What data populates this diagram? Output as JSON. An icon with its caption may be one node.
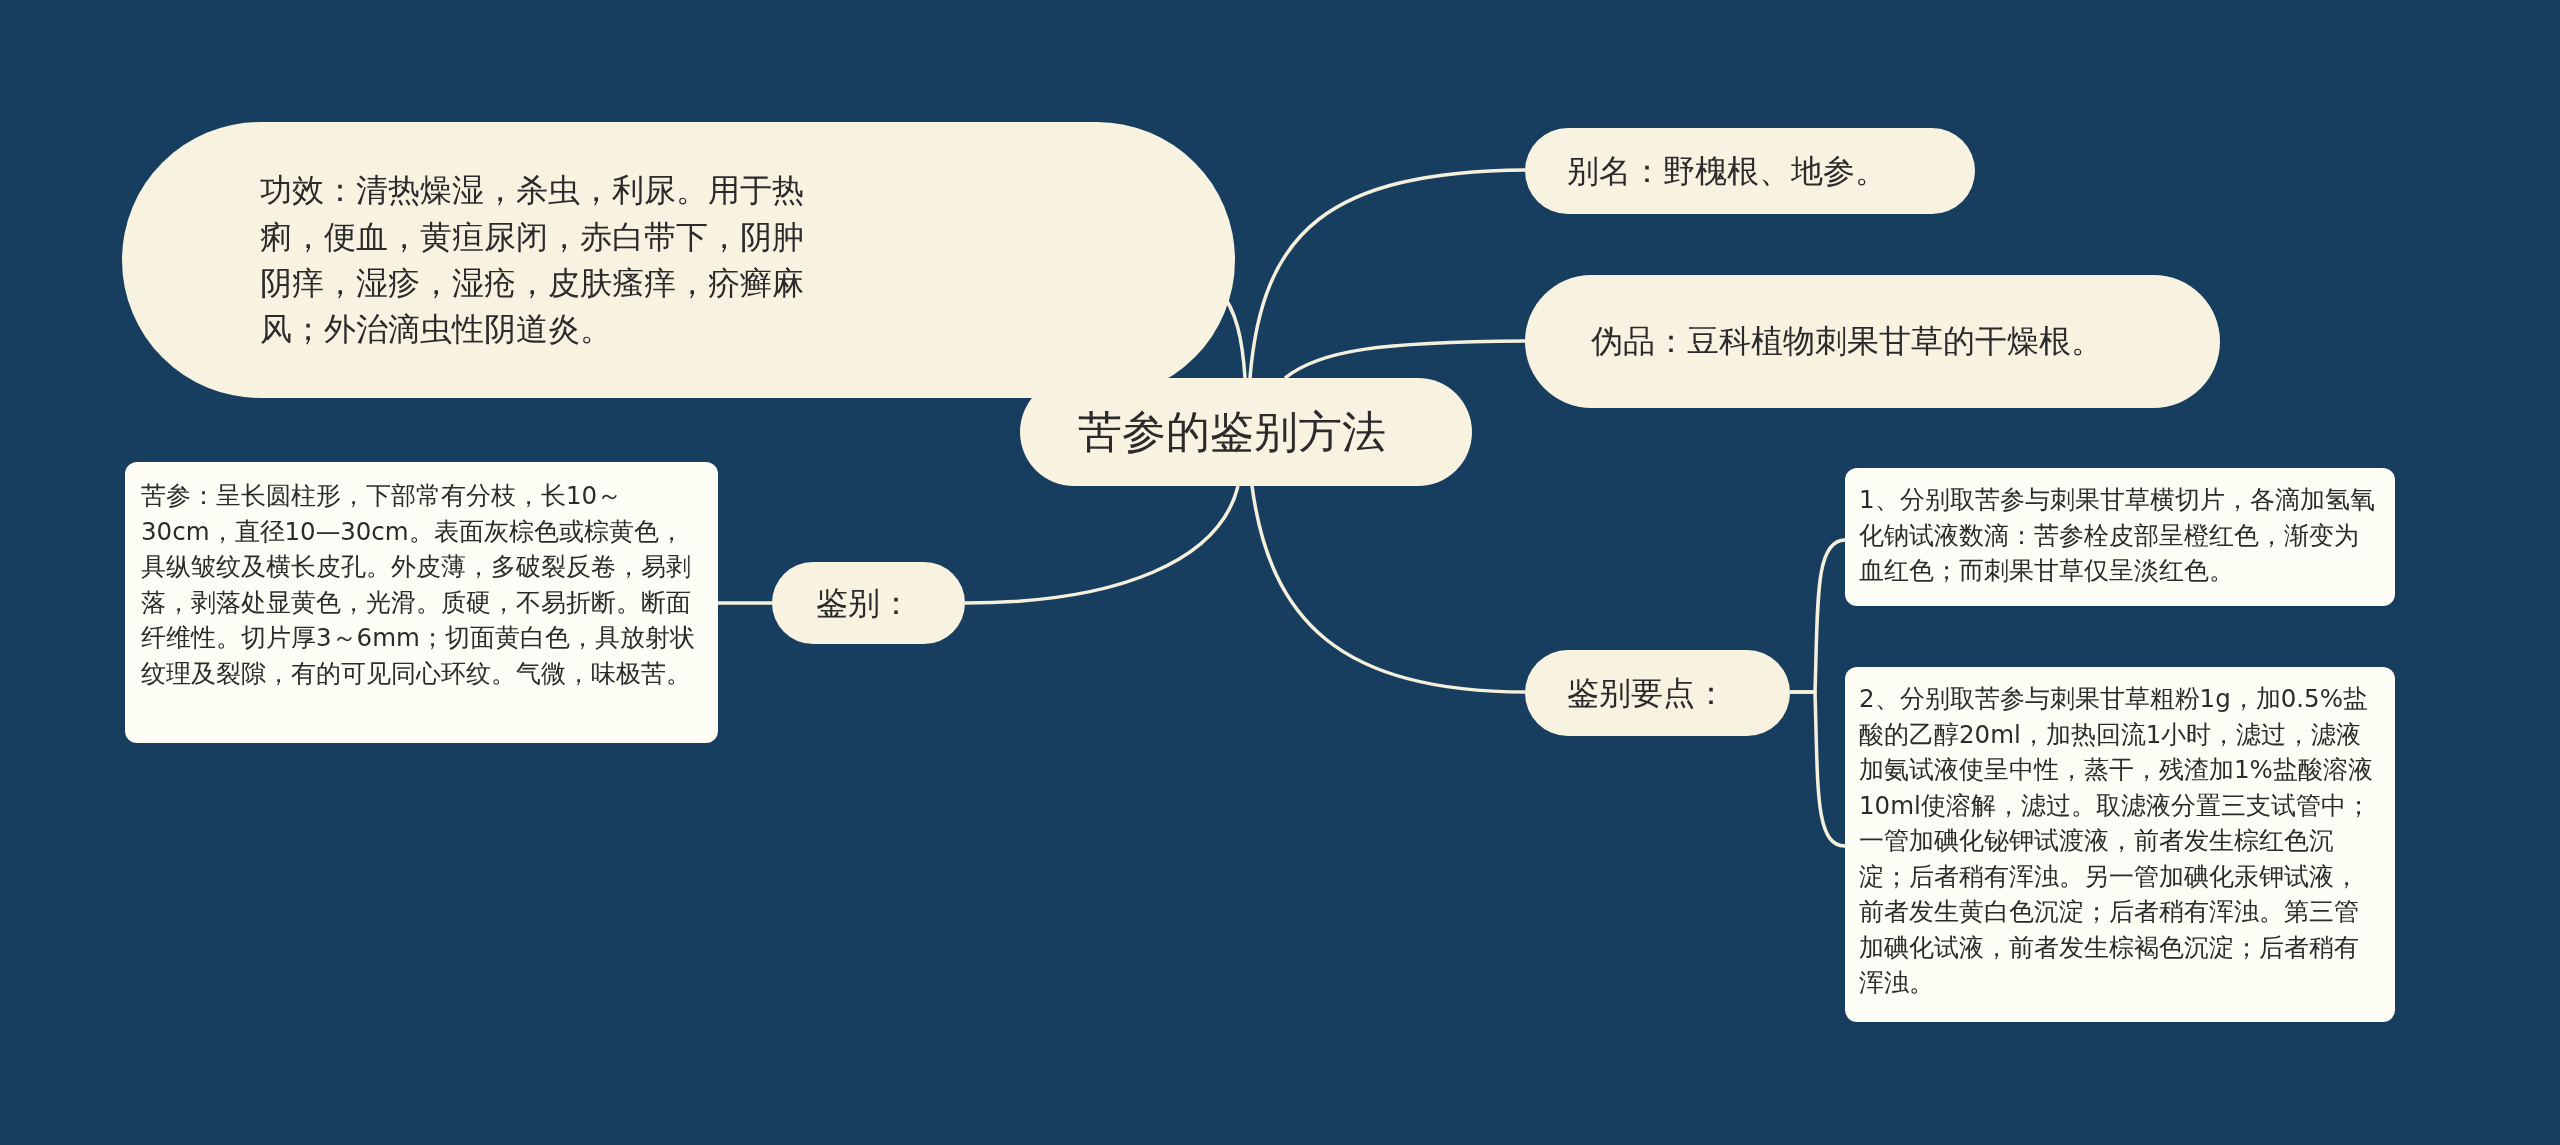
{
  "diagram": {
    "nodes": [
      {
        "text": [
          "苦参的鉴别方法"
        ]
      },
      {
        "text": [
          "功效：清热燥湿，杀虫，利尿。用于热痢，便血，黄疸尿闭，赤白带下，阴肿阴痒，湿疹，湿疮，皮肤瘙痒，疥癣麻风；外治滴虫性阴道炎。"
        ]
      },
      {
        "text": [
          "别名：野槐根、地参。"
        ]
      },
      {
        "text": [
          "伪品：豆科植物刺果甘草的干燥根。"
        ]
      },
      {
        "text": [
          "鉴别："
        ]
      },
      {
        "text": [
          "苦参：呈长圆柱形，下部常有分枝，长10～30cm，直径10—30cm。表面灰棕色或棕黄色，具纵皱纹及横长皮孔。外皮薄，多破裂反卷，易剥落，剥落处显黄色，光滑。质硬，不易折断。断面纤维性。切片厚3～6mm；切面黄白色，具放射状纹理及裂隙，有的可见同心环纹。气微，味极苦。"
        ]
      },
      {
        "text": [
          "鉴别要点："
        ]
      },
      {
        "text": [
          "1、分别取苦参与刺果甘草横切片，各滴加氢氧化钠试液数滴：苦参栓皮部呈橙红色，渐变为血红色；而刺果甘草仅呈淡红色。"
        ]
      },
      {
        "text": [
          "2、分别取苦参与刺果甘草粗粉1g，加0.5%盐酸的乙醇20ml，加热回流1小时，滤过，滤液加氨试液使呈中性，蒸干，残渣加1%盐酸溶液10ml使溶解，滤过。取滤液分置三支试管中；一管加碘化铋钾试渡液，前者发生棕红色沉淀；后者稍有浑浊。另一管加碘化汞钾试液，前者发生黄白色沉淀；后者稍有浑浊。第三管加碘化试液，前者发生棕褐色沉淀；后者稍有浑浊。"
        ]
      }
    ],
    "edges": [
      {
        "from": 0,
        "to": 1,
        "arrow": "none"
      },
      {
        "from": 0,
        "to": 2,
        "arrow": "none"
      },
      {
        "from": 0,
        "to": 3,
        "arrow": "none"
      },
      {
        "from": 0,
        "to": 4,
        "arrow": "none"
      },
      {
        "from": 4,
        "to": 5,
        "arrow": "none"
      },
      {
        "from": 0,
        "to": 6,
        "arrow": "none"
      },
      {
        "from": 6,
        "to": 7,
        "arrow": "none"
      },
      {
        "from": 6,
        "to": 8,
        "arrow": "none"
      }
    ]
  }
}
